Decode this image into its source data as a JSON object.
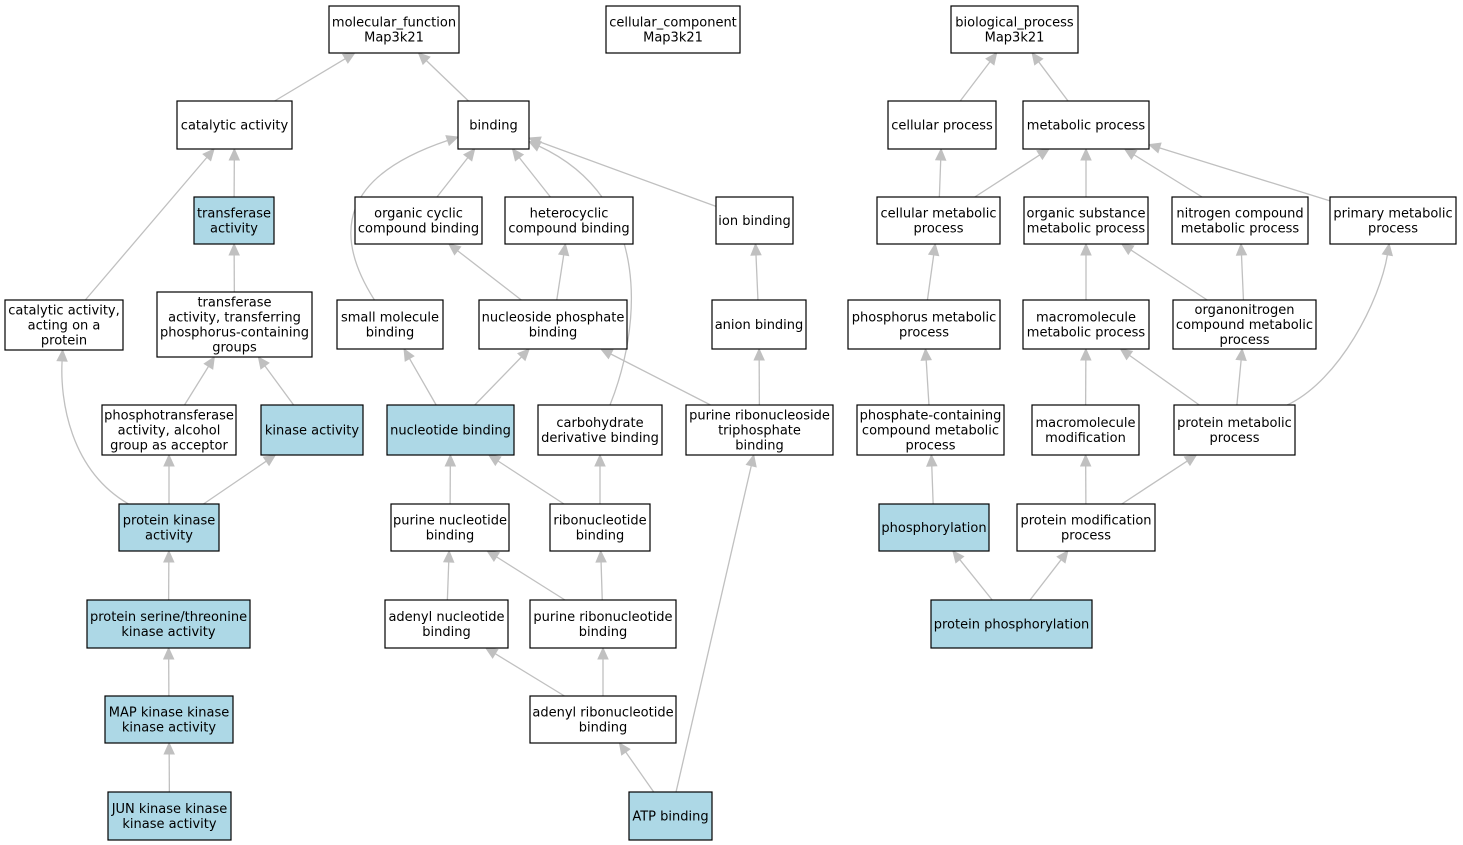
{
  "colors": {
    "highlight": "#add8e6",
    "plain": "#ffffff",
    "edge": "#c0c0c0",
    "border": "#000000"
  },
  "nodes": [
    {
      "id": "mf",
      "lines": [
        "molecular_function",
        "Map3k21"
      ],
      "hl": false
    },
    {
      "id": "cc",
      "lines": [
        "cellular_component",
        "Map3k21"
      ],
      "hl": false
    },
    {
      "id": "bp",
      "lines": [
        "biological_process",
        "Map3k21"
      ],
      "hl": false
    },
    {
      "id": "catalytic",
      "lines": [
        "catalytic activity"
      ],
      "hl": false
    },
    {
      "id": "binding",
      "lines": [
        "binding"
      ],
      "hl": false
    },
    {
      "id": "cellproc",
      "lines": [
        "cellular process"
      ],
      "hl": false
    },
    {
      "id": "metaproc",
      "lines": [
        "metabolic process"
      ],
      "hl": false
    },
    {
      "id": "transferase",
      "lines": [
        "transferase",
        "activity"
      ],
      "hl": true
    },
    {
      "id": "orgcyclic",
      "lines": [
        "organic cyclic",
        "compound binding"
      ],
      "hl": false
    },
    {
      "id": "heterocyclic",
      "lines": [
        "heterocyclic",
        "compound binding"
      ],
      "hl": false
    },
    {
      "id": "ionbind",
      "lines": [
        "ion binding"
      ],
      "hl": false
    },
    {
      "id": "cellmeta",
      "lines": [
        "cellular metabolic",
        "process"
      ],
      "hl": false
    },
    {
      "id": "orgsub",
      "lines": [
        "organic substance",
        "metabolic process"
      ],
      "hl": false
    },
    {
      "id": "nitrogen",
      "lines": [
        "nitrogen compound",
        "metabolic process"
      ],
      "hl": false
    },
    {
      "id": "primary",
      "lines": [
        "primary metabolic",
        "process"
      ],
      "hl": false
    },
    {
      "id": "catprot",
      "lines": [
        "catalytic activity,",
        "acting on a",
        "protein"
      ],
      "hl": false
    },
    {
      "id": "transphos",
      "lines": [
        "transferase",
        "activity, transferring",
        "phosphorus-containing",
        "groups"
      ],
      "hl": false
    },
    {
      "id": "smallmol",
      "lines": [
        "small molecule",
        "binding"
      ],
      "hl": false
    },
    {
      "id": "nucphos",
      "lines": [
        "nucleoside phosphate",
        "binding"
      ],
      "hl": false
    },
    {
      "id": "anion",
      "lines": [
        "anion binding"
      ],
      "hl": false
    },
    {
      "id": "phosmeta",
      "lines": [
        "phosphorus metabolic",
        "process"
      ],
      "hl": false
    },
    {
      "id": "macrometa",
      "lines": [
        "macromolecule",
        "metabolic process"
      ],
      "hl": false
    },
    {
      "id": "organonit",
      "lines": [
        "organonitrogen",
        "compound metabolic",
        "process"
      ],
      "hl": false
    },
    {
      "id": "phosphotrans",
      "lines": [
        "phosphotransferase",
        "activity, alcohol",
        "group as acceptor"
      ],
      "hl": false
    },
    {
      "id": "kinase",
      "lines": [
        "kinase activity"
      ],
      "hl": true
    },
    {
      "id": "nucbind",
      "lines": [
        "nucleotide binding"
      ],
      "hl": true
    },
    {
      "id": "carbo",
      "lines": [
        "carbohydrate",
        "derivative binding"
      ],
      "hl": false
    },
    {
      "id": "purtri",
      "lines": [
        "purine ribonucleoside",
        "triphosphate",
        "binding"
      ],
      "hl": false
    },
    {
      "id": "phoscont",
      "lines": [
        "phosphate-containing",
        "compound metabolic",
        "process"
      ],
      "hl": false
    },
    {
      "id": "macromod",
      "lines": [
        "macromolecule",
        "modification"
      ],
      "hl": false
    },
    {
      "id": "protmeta",
      "lines": [
        "protein metabolic",
        "process"
      ],
      "hl": false
    },
    {
      "id": "protkin",
      "lines": [
        "protein kinase",
        "activity"
      ],
      "hl": true
    },
    {
      "id": "purnuc",
      "lines": [
        "purine nucleotide",
        "binding"
      ],
      "hl": false
    },
    {
      "id": "ribonuc",
      "lines": [
        "ribonucleotide",
        "binding"
      ],
      "hl": false
    },
    {
      "id": "phosphorylation",
      "lines": [
        "phosphorylation"
      ],
      "hl": true
    },
    {
      "id": "protmod",
      "lines": [
        "protein modification",
        "process"
      ],
      "hl": false
    },
    {
      "id": "serthr",
      "lines": [
        "protein serine/threonine",
        "kinase activity"
      ],
      "hl": true
    },
    {
      "id": "adenylnuc",
      "lines": [
        "adenyl nucleotide",
        "binding"
      ],
      "hl": false
    },
    {
      "id": "purribo",
      "lines": [
        "purine ribonucleotide",
        "binding"
      ],
      "hl": false
    },
    {
      "id": "protphos",
      "lines": [
        "protein phosphorylation"
      ],
      "hl": true
    },
    {
      "id": "mapkkk",
      "lines": [
        "MAP kinase kinase",
        "kinase activity"
      ],
      "hl": true
    },
    {
      "id": "adenylribo",
      "lines": [
        "adenyl ribonucleotide",
        "binding"
      ],
      "hl": false
    },
    {
      "id": "junkkk",
      "lines": [
        "JUN kinase kinase",
        "kinase activity"
      ],
      "hl": true
    },
    {
      "id": "atp",
      "lines": [
        "ATP binding"
      ],
      "hl": true
    }
  ],
  "edges": [
    [
      "catalytic",
      "mf"
    ],
    [
      "binding",
      "mf"
    ],
    [
      "cellproc",
      "bp"
    ],
    [
      "metaproc",
      "bp"
    ],
    [
      "transferase",
      "catalytic"
    ],
    [
      "catprot",
      "catalytic"
    ],
    [
      "orgcyclic",
      "binding"
    ],
    [
      "heterocyclic",
      "binding"
    ],
    [
      "ionbind",
      "binding"
    ],
    [
      "smallmol",
      "binding"
    ],
    [
      "carbo",
      "binding"
    ],
    [
      "cellmeta",
      "cellproc"
    ],
    [
      "cellmeta",
      "metaproc"
    ],
    [
      "orgsub",
      "metaproc"
    ],
    [
      "nitrogen",
      "metaproc"
    ],
    [
      "primary",
      "metaproc"
    ],
    [
      "transphos",
      "transferase"
    ],
    [
      "nucphos",
      "orgcyclic"
    ],
    [
      "nucphos",
      "heterocyclic"
    ],
    [
      "anion",
      "ionbind"
    ],
    [
      "phosmeta",
      "cellmeta"
    ],
    [
      "macrometa",
      "orgsub"
    ],
    [
      "organonit",
      "orgsub"
    ],
    [
      "organonit",
      "nitrogen"
    ],
    [
      "phosphotrans",
      "transphos"
    ],
    [
      "kinase",
      "transphos"
    ],
    [
      "nucbind",
      "smallmol"
    ],
    [
      "nucbind",
      "nucphos"
    ],
    [
      "purtri",
      "nucphos"
    ],
    [
      "purtri",
      "anion"
    ],
    [
      "phoscont",
      "phosmeta"
    ],
    [
      "macromod",
      "macrometa"
    ],
    [
      "protmeta",
      "macrometa"
    ],
    [
      "protmeta",
      "organonit"
    ],
    [
      "protmeta",
      "primary"
    ],
    [
      "protkin",
      "catprot"
    ],
    [
      "protkin",
      "phosphotrans"
    ],
    [
      "protkin",
      "kinase"
    ],
    [
      "purnuc",
      "nucbind"
    ],
    [
      "ribonuc",
      "nucbind"
    ],
    [
      "ribonuc",
      "carbo"
    ],
    [
      "phosphorylation",
      "phoscont"
    ],
    [
      "protmod",
      "macromod"
    ],
    [
      "protmod",
      "protmeta"
    ],
    [
      "serthr",
      "protkin"
    ],
    [
      "adenylnuc",
      "purnuc"
    ],
    [
      "purribo",
      "purnuc"
    ],
    [
      "purribo",
      "ribonuc"
    ],
    [
      "protphos",
      "phosphorylation"
    ],
    [
      "protphos",
      "protmod"
    ],
    [
      "mapkkk",
      "serthr"
    ],
    [
      "adenylribo",
      "adenylnuc"
    ],
    [
      "adenylribo",
      "purribo"
    ],
    [
      "junkkk",
      "mapkkk"
    ],
    [
      "atp",
      "adenylribo"
    ],
    [
      "atp",
      "purtri"
    ]
  ]
}
